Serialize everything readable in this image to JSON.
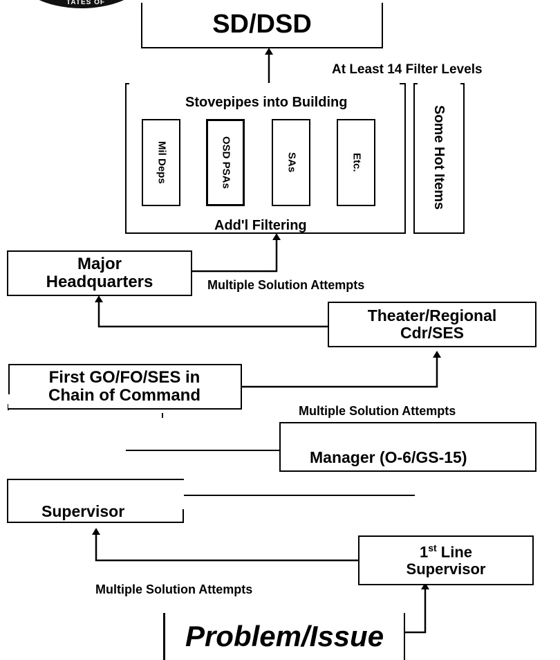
{
  "top_box": "SD/DSD",
  "filter_levels": "At Least 14 Filter Levels",
  "stovepipes": {
    "title": "Stovepipes into Building",
    "columns": [
      "Mil Deps",
      "OSD PSAs",
      "SAs",
      "Etc."
    ],
    "bottom": "Add'l Filtering"
  },
  "hot_items": "Some Hot Items",
  "major_hq": [
    "Major",
    "Headquarters"
  ],
  "theater": [
    "Theater/Regional",
    "Cdr/SES"
  ],
  "first_go": [
    "First GO/FO/SES in",
    "Chain of Command"
  ],
  "manager": "Manager (O-6/GS-15)",
  "supervisor": "Supervisor",
  "first_line": {
    "ordinal": "1",
    "sup": "st",
    "rest": " Line",
    "line2": "Supervisor"
  },
  "problem": "Problem/Issue",
  "attempts_labels": [
    "Multiple Solution Attempts",
    "Multiple Solution Attempts",
    "Multiple Solution Attempts"
  ],
  "seal_text": "TATES OF"
}
